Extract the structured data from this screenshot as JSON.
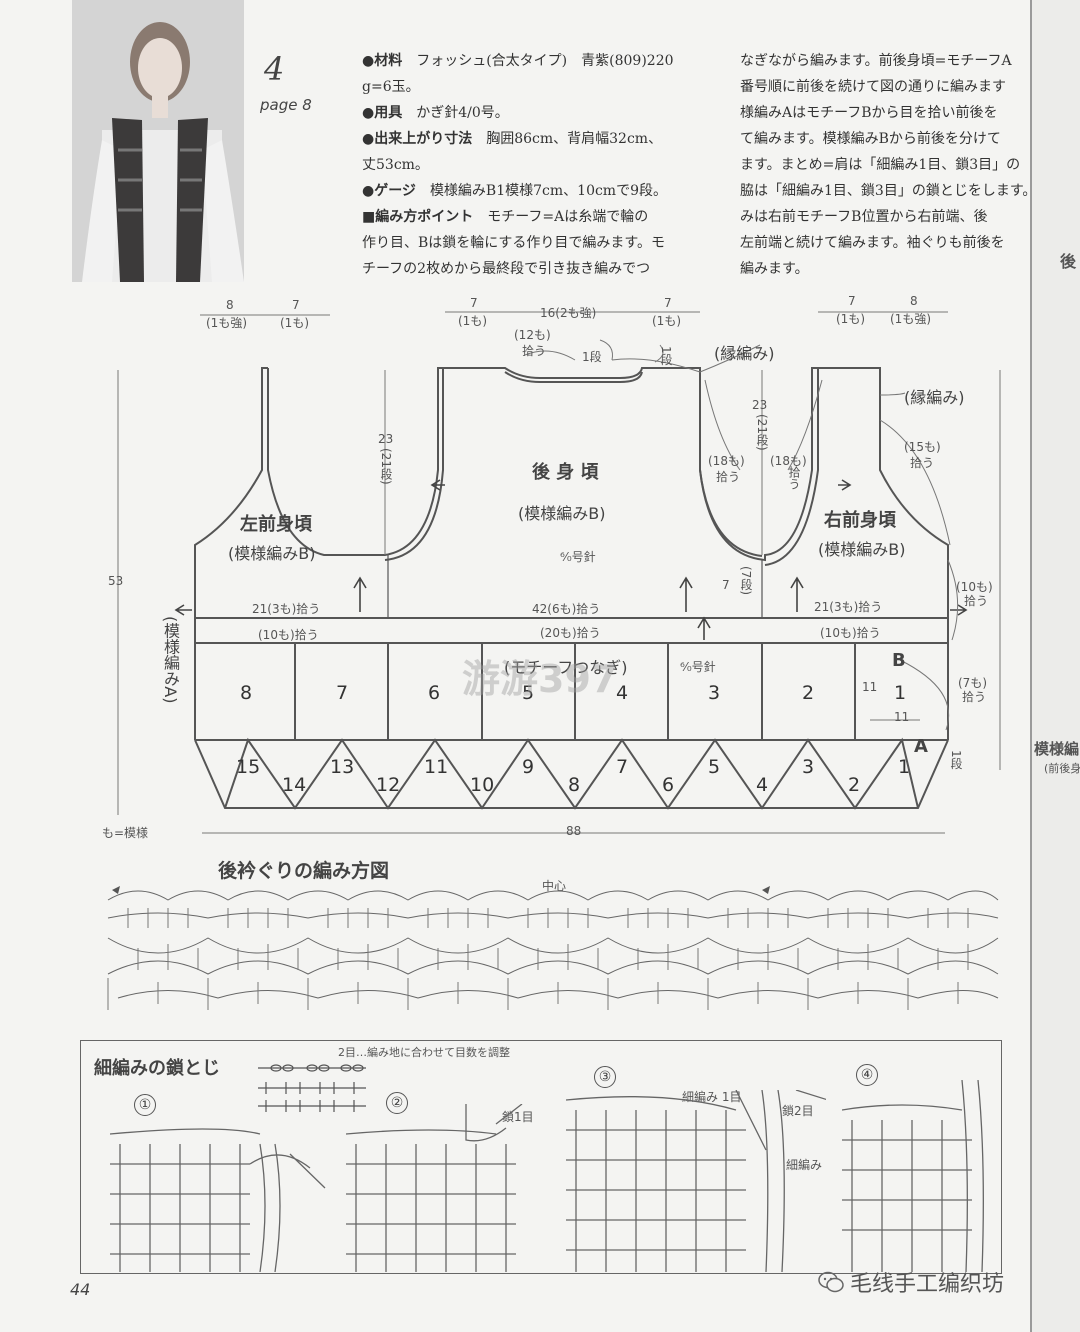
{
  "project": {
    "number": "4",
    "page_ref": "page 8"
  },
  "specs": [
    {
      "key": "●材料",
      "value": "フォッシュ(合太タイプ)　青紫(809)220"
    },
    {
      "key": "",
      "value": "g=6玉。"
    },
    {
      "key": "●用具",
      "value": "かぎ針4/0号。"
    },
    {
      "key": "●出来上がり寸法",
      "value": "胸囲86cm、背肩幅32cm、"
    },
    {
      "key": "",
      "value": "丈53cm。"
    },
    {
      "key": "●ゲージ",
      "value": "模様編みB1模様7cm、10cmで9段。"
    },
    {
      "key": "■編み方ポイント",
      "value": "モチーフ=Aは糸端で輪の"
    },
    {
      "key": "",
      "value": "作り目、Bは鎖を輪にする作り目で編みます。モ"
    },
    {
      "key": "",
      "value": "チーフの2枚めから最終段で引き抜き編みでつ"
    }
  ],
  "description": [
    "なぎながら編みます。前後身頃=モチーフA",
    "番号順に前後を続けて図の通りに編みます",
    "様編みAはモチーフBから目を拾い前後を",
    "て編みます。模様編みBから前後を分けて",
    "ます。まとめ=肩は「細編み1目、鎖3目」の",
    "脇は「細編み1目、鎖3目」の鎖とじをします。",
    "みは右前モチーフB位置から右前端、後",
    "左前端と続けて編みます。袖ぐりも前後を",
    "編みます。"
  ],
  "spine": {
    "t1": "後",
    "t2": "模様編",
    "t3": "(前後身"
  },
  "schematic": {
    "top_dims": [
      "8",
      "(1も強)",
      "7",
      "(1も)",
      "7",
      "(1も)",
      "16(2も強)",
      "7",
      "(1も)",
      "7",
      "(1も)",
      "8",
      "(1も強)"
    ],
    "back_label": "後 身 頃",
    "back_pattern": "(模様編みB)",
    "left_label": "左前身頃",
    "left_pattern": "(模様編みB)",
    "right_label": "右前身頃",
    "right_pattern": "(模様編みB)",
    "hook1": "⁶⁄₀号針",
    "hook2": "⁶⁄₀号針",
    "edge1": "(縁編み)",
    "edge2": "(縁編み)",
    "neck_pick": "(12も)",
    "neck_pick2": "拾う",
    "row1a": "1段",
    "row1b": "1段",
    "h23a": "23",
    "h21a": "(21段)",
    "h23b": "23",
    "h21b": "(21段)",
    "arm18a": "(18も)",
    "arm18a2": "拾う",
    "arm18b": "(18も)",
    "arm18b2": "拾う",
    "arm15": "(15も)",
    "arm15b": "拾う",
    "h53": "53",
    "h7": "7",
    "h7b": "(7段)",
    "pick21a": "21(3も)拾う",
    "pick42": "42(6も)拾う",
    "pick21b": "21(3も)拾う",
    "pick10a": "(10も)拾う",
    "pick20": "(20も)拾う",
    "pick10b": "(10も)拾う",
    "side10": "(10も)",
    "side10b": "拾う",
    "side7": "(7も)",
    "side7b": "拾う",
    "motif_join": "(モチーフつなぎ)",
    "pattern_a": "(模様編みA)",
    "motif_b_label": "B",
    "motif_a_label": "A",
    "eleven1": "11",
    "eleven2": "11",
    "one_row": "1段",
    "width88": "88",
    "legend": "も=模様",
    "row_b": [
      "8",
      "7",
      "6",
      "5",
      "4",
      "3",
      "2",
      "1"
    ],
    "row_a": [
      "15",
      "14",
      "13",
      "12",
      "11",
      "10",
      "9",
      "8",
      "7",
      "6",
      "5",
      "4",
      "3",
      "2",
      "1"
    ],
    "watermark": "游游397"
  },
  "chart": {
    "title": "後衿ぐりの編み方図",
    "center": "中心"
  },
  "howto": {
    "title": "細編みの鎖とじ",
    "note": "2目…編み地に合わせて目数を調整",
    "steps": [
      "①",
      "②",
      "③",
      "④"
    ],
    "l_chain1": "鎖1目",
    "l_sc1": "細編み 1目",
    "l_chain2": "鎖2目",
    "l_sc": "細編み"
  },
  "footer": {
    "page": "44",
    "brand": "毛线手工编织坊"
  }
}
